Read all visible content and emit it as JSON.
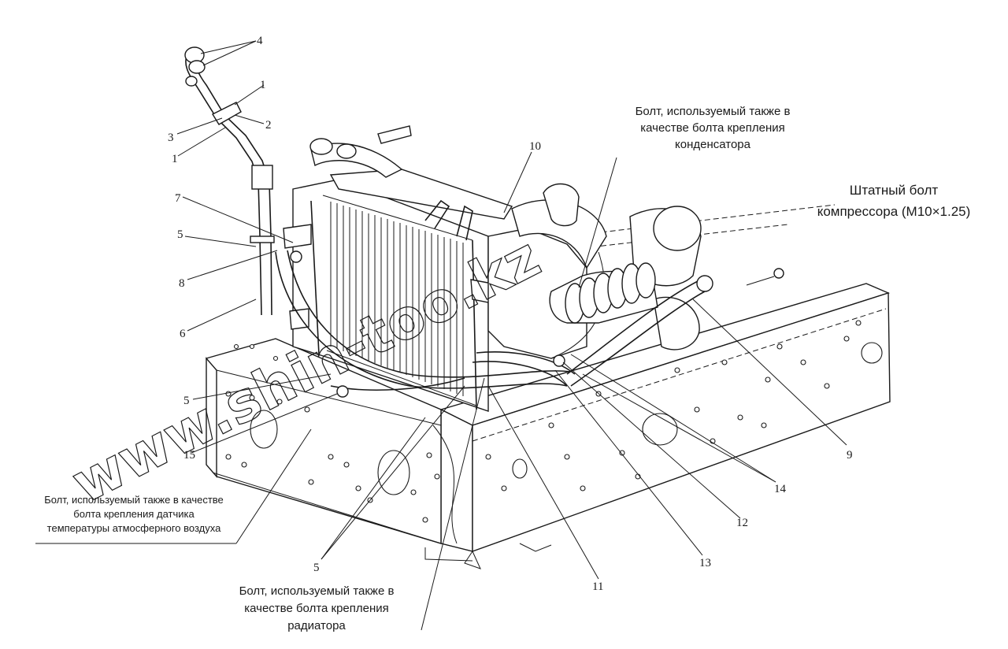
{
  "watermark": "www.shin-too.kz",
  "callouts": {
    "c1a": "1",
    "c1b": "1",
    "c2": "2",
    "c3": "3",
    "c4": "4",
    "c5a": "5",
    "c5b": "5",
    "c5c": "5",
    "c6": "6",
    "c7": "7",
    "c8": "8",
    "c9": "9",
    "c10": "10",
    "c11": "11",
    "c12": "12",
    "c13": "13",
    "c14": "14",
    "c15": "15"
  },
  "notes": {
    "condenser_bolt": [
      "Болт, используемый также в",
      "качестве болта крепления",
      "конденсатора"
    ],
    "compressor_bolt": [
      "Штатный болт",
      "компрессора (M10×1.25)"
    ],
    "sensor_bolt": [
      "Болт, используемый также в качестве",
      "болта крепления датчика",
      "температуры атмосферного воздуха"
    ],
    "radiator_bolt": [
      "Болт, используемый также в",
      "качестве болта крепления",
      "радиатора"
    ]
  }
}
